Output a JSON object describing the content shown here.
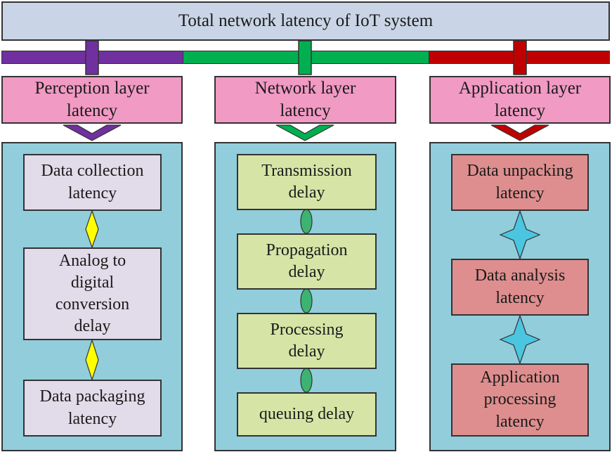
{
  "title": "Total network latency of IoT system",
  "layers": [
    {
      "label_line1": "Perception layer",
      "label_line2": "latency",
      "color": "#7030a0",
      "items": [
        {
          "lines": [
            "Data collection",
            "latency"
          ]
        },
        {
          "lines": [
            "Analog to",
            "digital",
            "conversion",
            "delay"
          ]
        },
        {
          "lines": [
            "Data packaging",
            "latency"
          ]
        }
      ],
      "connector": "yellow-diamond",
      "connector_color": "#ffff00"
    },
    {
      "label_line1": "Network layer",
      "label_line2": "latency",
      "color": "#00b050",
      "items": [
        {
          "lines": [
            "Transmission",
            "delay"
          ]
        },
        {
          "lines": [
            "Propagation",
            "delay"
          ]
        },
        {
          "lines": [
            "Processing",
            "delay"
          ]
        },
        {
          "lines": [
            "queuing delay"
          ]
        }
      ],
      "connector": "green-ellipse",
      "connector_color": "#3cb371"
    },
    {
      "label_line1": "Application layer",
      "label_line2": "latency",
      "color": "#c00000",
      "items": [
        {
          "lines": [
            "Data unpacking",
            "latency"
          ]
        },
        {
          "lines": [
            "Data analysis",
            "latency"
          ]
        },
        {
          "lines": [
            "Application",
            "processing",
            "latency"
          ]
        }
      ],
      "connector": "blue-star",
      "connector_color": "#4bc5e0"
    }
  ]
}
